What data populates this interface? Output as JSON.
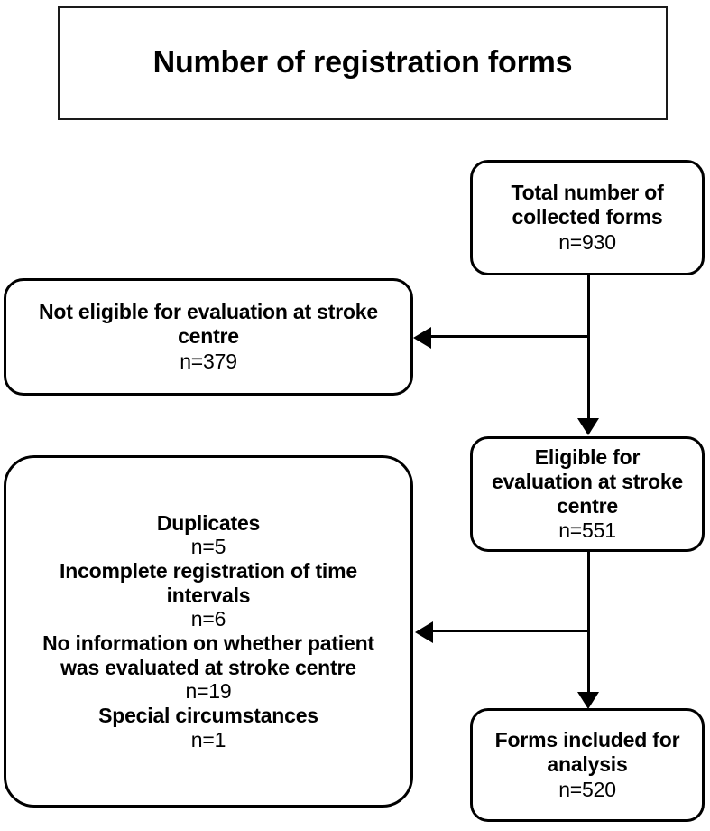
{
  "figure": {
    "title": "Number of registration forms",
    "type": "flowchart"
  },
  "nodes": {
    "total_collected": {
      "label": "Total number of\ncollected forms",
      "count": "n=930"
    },
    "not_eligible": {
      "label": "Not eligible for evaluation at stroke\ncentre",
      "count": "n=379"
    },
    "eligible": {
      "label": "Eligible for\nevaluation at stroke\ncentre",
      "count": "n=551"
    },
    "excluded": {
      "items": [
        {
          "label": "Duplicates",
          "count": "n=5"
        },
        {
          "label": "Incomplete registration of time\nintervals",
          "count": "n=6"
        },
        {
          "label": "No information on whether patient\nwas evaluated at stroke centre",
          "count": "n=19"
        },
        {
          "label": "Special circumstances",
          "count": "n=1"
        }
      ]
    },
    "included": {
      "label": "Forms included for\nanalysis",
      "count": "n=520"
    }
  },
  "edges": [
    {
      "from": "total_collected",
      "to": "eligible",
      "direction": "down"
    },
    {
      "from": "total_collected",
      "to": "not_eligible",
      "direction": "left"
    },
    {
      "from": "eligible",
      "to": "included",
      "direction": "down"
    },
    {
      "from": "eligible",
      "to": "excluded",
      "direction": "left"
    }
  ],
  "style": {
    "stroke": "#000000",
    "fill": "#ffffff",
    "background": "#ffffff"
  }
}
